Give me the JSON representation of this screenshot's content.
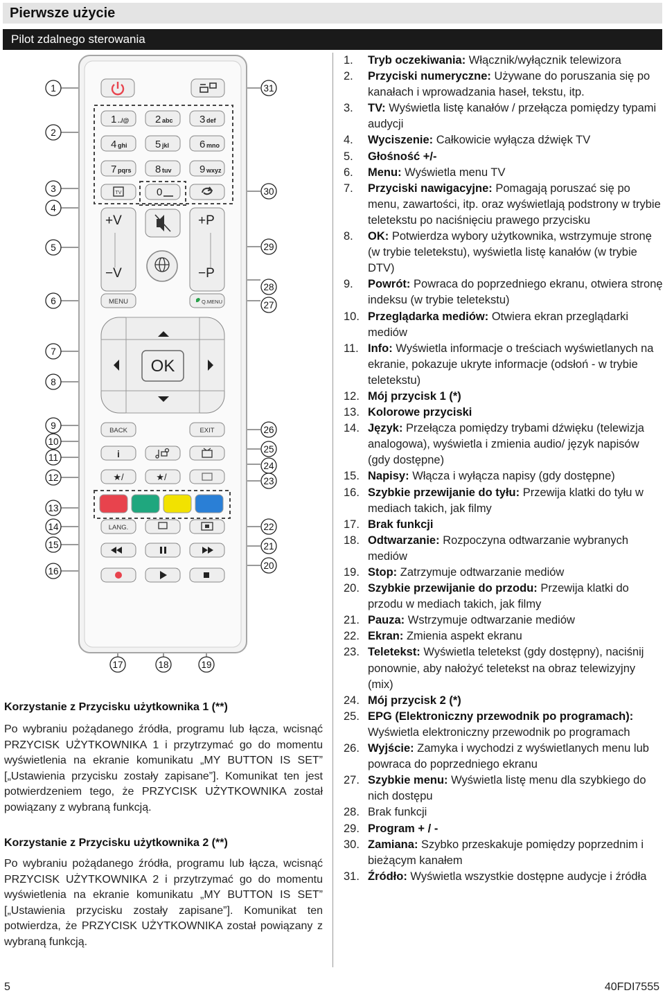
{
  "header": {
    "title": "Pierwsze użycie",
    "subtitle": "Pilot zdalnego sterowania"
  },
  "remote": {
    "callouts_left": [
      "1",
      "2",
      "3",
      "4",
      "5",
      "6",
      "7",
      "8",
      "9",
      "10",
      "11",
      "12",
      "13",
      "14",
      "15",
      "16"
    ],
    "callouts_right": [
      "31",
      "30",
      "29",
      "28",
      "27",
      "26",
      "25",
      "24",
      "23",
      "22",
      "21",
      "20"
    ],
    "callouts_bottom": [
      "17",
      "18",
      "19"
    ],
    "digits": [
      {
        "n": "1",
        "s": "../@"
      },
      {
        "n": "2",
        "s": "abc"
      },
      {
        "n": "3",
        "s": "def"
      },
      {
        "n": "4",
        "s": "ghi"
      },
      {
        "n": "5",
        "s": "jkl"
      },
      {
        "n": "6",
        "s": "mno"
      },
      {
        "n": "7",
        "s": "pqrs"
      },
      {
        "n": "8",
        "s": "tuv"
      },
      {
        "n": "9",
        "s": "wxyz"
      }
    ],
    "zero": "0",
    "tv": "TV",
    "vol_plus": "+V",
    "vol_minus": "−V",
    "prog_plus": "+P",
    "prog_minus": "−P",
    "menu": "MENU",
    "qmenu": "Q.MENU",
    "ok": "OK",
    "back": "BACK",
    "exit": "EXIT",
    "info": "i",
    "lang": "LANG.",
    "colors": [
      "#e8434d",
      "#1fa77e",
      "#f2e200",
      "#2a7fd6"
    ]
  },
  "user_button_1": {
    "title": "Korzystanie z Przycisku użytkownika 1 (**)",
    "body": "Po wybraniu pożądanego źródła, programu lub łącza, wcisnąć PRZYCISK UŻYTKOWNIKA 1 i przytrzymać go do momentu wyświetlenia na ekranie komunikatu „MY BUTTON IS SET” [„Ustawienia przycisku zostały zapisane”]. Komunikat ten jest potwierdzeniem tego, że PRZYCISK UŻYTKOWNIKA został powiązany z wybraną funkcją."
  },
  "user_button_2": {
    "title": "Korzystanie z Przycisku użytkownika 2 (**)",
    "body": "Po wybraniu pożądanego źródła, programu lub łącza, wcisnąć PRZYCISK UŻYTKOWNIKA 2 i przytrzymać go do momentu wyświetlenia na ekranie komunikatu „MY BUTTON IS SET” [„Ustawienia przycisku zostały zapisane”]. Komunikat ten potwierdza, że PRZYCISK UŻYTKOWNIKA został powiązany z wybraną funkcją."
  },
  "legend": [
    {
      "num": "1.",
      "name": "Tryb oczekiwania:",
      "text": " Włącznik/wyłącznik telewizora"
    },
    {
      "num": "2.",
      "name": "Przyciski numeryczne:",
      "text": " Używane do poruszania się po kanałach i wprowadzania haseł, tekstu, itp."
    },
    {
      "num": "3.",
      "name": "TV:",
      "text": " Wyświetla listę kanałów / przełącza pomiędzy typami audycji"
    },
    {
      "num": "4.",
      "name": "Wyciszenie:",
      "text": " Całkowicie wyłącza dźwięk TV"
    },
    {
      "num": "5.",
      "name": "Głośność +/-",
      "text": ""
    },
    {
      "num": "6.",
      "name": "Menu:",
      "text": " Wyświetla menu TV"
    },
    {
      "num": "7.",
      "name": "Przyciski nawigacyjne:",
      "text": " Pomagają poruszać się po menu, zawartości, itp. oraz wyświetlają podstrony w trybie teletekstu po naciśnięciu prawego przycisku"
    },
    {
      "num": "8.",
      "name": "OK:",
      "text": " Potwierdza wybory użytkownika, wstrzymuje stronę (w trybie teletekstu), wyświetla listę kanałów (w trybie DTV)"
    },
    {
      "num": "9.",
      "name": "Powrót:",
      "text": " Powraca do poprzedniego ekranu, otwiera stronę indeksu (w trybie teletekstu)"
    },
    {
      "num": "10.",
      "name": "Przeglądarka mediów:",
      "text": " Otwiera ekran przeglądarki mediów"
    },
    {
      "num": "11.",
      "name": "Info:",
      "text": " Wyświetla informacje o treściach wyświetlanych na ekranie, pokazuje ukryte informacje (odsłoń - w trybie teletekstu)"
    },
    {
      "num": "12.",
      "name": "Mój przycisk 1 (*)",
      "text": ""
    },
    {
      "num": "13.",
      "name": "Kolorowe przyciski",
      "text": ""
    },
    {
      "num": "14.",
      "name": "Język:",
      "text": " Przełącza pomiędzy trybami dźwięku (telewizja analogowa), wyświetla i zmienia audio/ język napisów (gdy dostępne)"
    },
    {
      "num": "15.",
      "name": "Napisy:",
      "text": " Włącza i wyłącza napisy (gdy dostępne)"
    },
    {
      "num": "16.",
      "name": "Szybkie przewijanie do tyłu:",
      "text": " Przewija klatki do tyłu w mediach takich, jak filmy"
    },
    {
      "num": "17.",
      "name": "Brak funkcji",
      "text": ""
    },
    {
      "num": "18.",
      "name": "Odtwarzanie:",
      "text": " Rozpoczyna odtwarzanie wybranych mediów"
    },
    {
      "num": "19.",
      "name": "Stop:",
      "text": " Zatrzymuje odtwarzanie mediów"
    },
    {
      "num": "20.",
      "name": "Szybkie przewijanie do przodu:",
      "text": " Przewija klatki do przodu w mediach takich, jak filmy"
    },
    {
      "num": "21.",
      "name": "Pauza:",
      "text": " Wstrzymuje odtwarzanie mediów"
    },
    {
      "num": "22.",
      "name": "Ekran:",
      "text": " Zmienia aspekt ekranu"
    },
    {
      "num": "23.",
      "name": "Teletekst:",
      "text": " Wyświetla teletekst (gdy dostępny), naciśnij ponownie, aby nałożyć teletekst na obraz telewizyjny (mix)"
    },
    {
      "num": "24.",
      "name": "Mój przycisk 2 (*)",
      "text": ""
    },
    {
      "num": "25.",
      "name": "EPG (Elektroniczny przewodnik po programach):",
      "text": " Wyświetla elektroniczny przewodnik po programach"
    },
    {
      "num": "26.",
      "name": "Wyjście:",
      "text": " Zamyka i wychodzi z wyświetlanych menu lub powraca do poprzedniego ekranu"
    },
    {
      "num": "27.",
      "name": "Szybkie menu:",
      "text": " Wyświetla listę menu dla szybkiego do nich dostępu"
    },
    {
      "num": "28.",
      "name": "",
      "text": "Brak funkcji"
    },
    {
      "num": "29.",
      "name": "Program + / -",
      "text": ""
    },
    {
      "num": "30.",
      "name": "Zamiana:",
      "text": " Szybko przeskakuje pomiędzy poprzednim i bieżącym kanałem"
    },
    {
      "num": "31.",
      "name": "Źródło:",
      "text": " Wyświetla wszystkie dostępne audycje i źródła"
    }
  ],
  "footer": {
    "page": "5",
    "model": "40FDI7555"
  }
}
